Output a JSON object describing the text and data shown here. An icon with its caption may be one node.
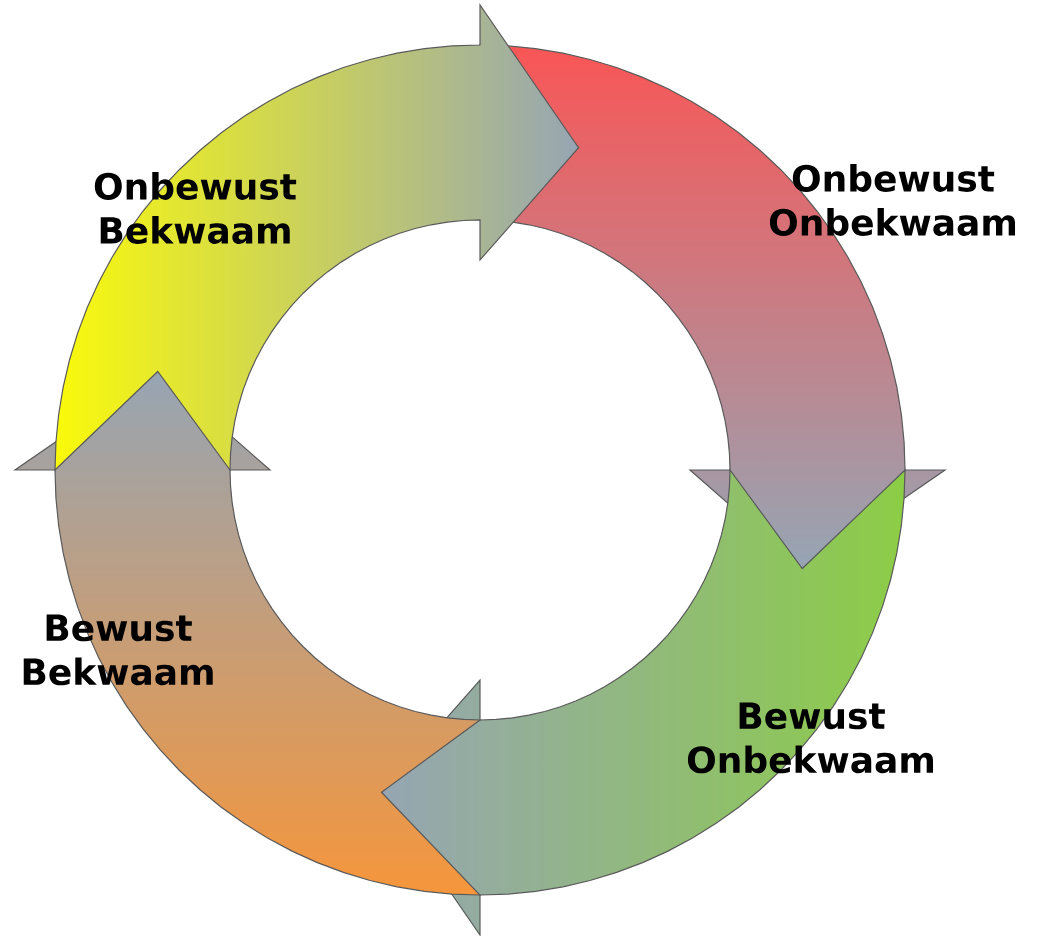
{
  "diagram": {
    "nodes": [
      {
        "text": [
          "Onbewust Onbekwaam"
        ]
      },
      {
        "text": [
          "Bewust Onbekwaam"
        ]
      },
      {
        "text": [
          "Bewust Bekwaam"
        ]
      },
      {
        "text": [
          "Onbewust Bekwaam"
        ]
      }
    ]
  }
}
